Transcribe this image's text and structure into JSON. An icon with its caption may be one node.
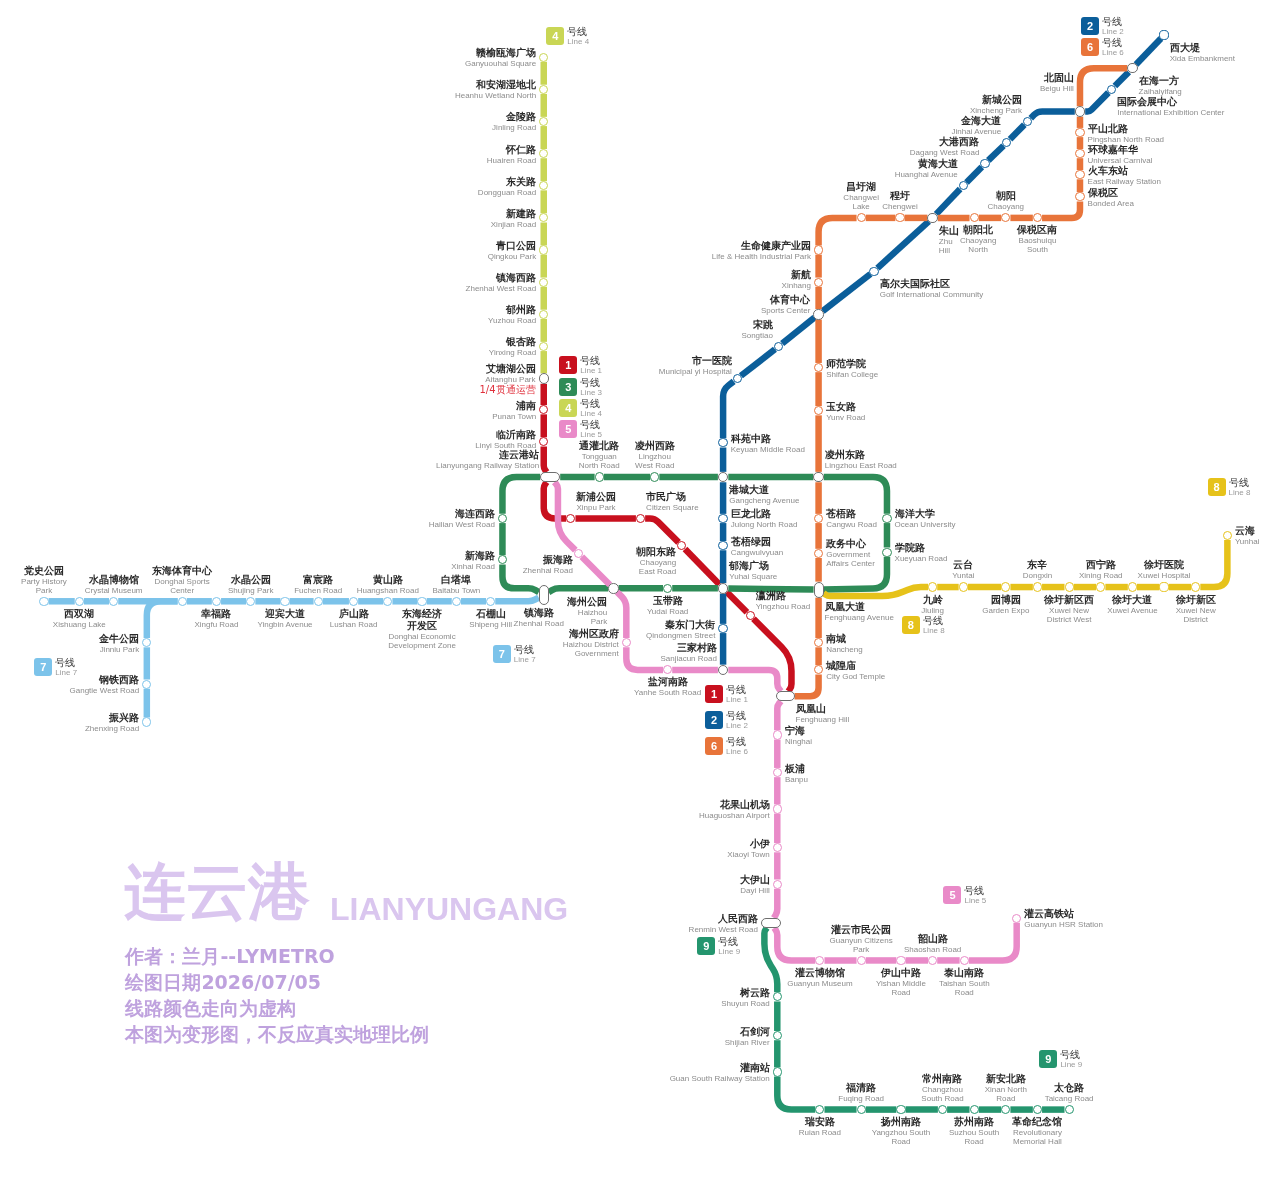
{
  "diagram": {
    "title": "连云港",
    "nodes": [
      {
        "text": [],
        "shape": "circle",
        "beside": [
          "赣榆瓯海广场",
          "Ganyuouhai Square"
        ]
      },
      {
        "text": [],
        "shape": "circle",
        "beside": [
          "和安湖湿地北",
          "Heanhu Wetland North"
        ]
      },
      {
        "text": [],
        "shape": "circle",
        "beside": [
          "金陵路",
          "Jinling Road"
        ]
      },
      {
        "text": [],
        "shape": "circle",
        "beside": [
          "怀仁路",
          "Huairen Road"
        ]
      },
      {
        "text": [],
        "shape": "circle",
        "beside": [
          "东关路",
          "Dongguan Road"
        ]
      },
      {
        "text": [],
        "shape": "circle",
        "beside": [
          "新建路",
          "Xinjian Road"
        ]
      },
      {
        "text": [],
        "shape": "circle",
        "beside": [
          "青口公园",
          "Qingkou Park"
        ]
      },
      {
        "text": [],
        "shape": "circle",
        "beside": [
          "镇海西路",
          "Zhenhai West Road"
        ]
      },
      {
        "text": [],
        "shape": "circle",
        "beside": [
          "郁州路",
          "Yuzhou Road"
        ]
      },
      {
        "text": [],
        "shape": "circle",
        "beside": [
          "银杏路",
          "Yinxing Road"
        ]
      },
      {
        "text": [],
        "shape": "circle",
        "beside": [
          "艾塘湖公园",
          "Aitanghu Park",
          "1/4贯通运营"
        ]
      },
      {
        "text": [],
        "shape": "circle",
        "beside": [
          "浦南",
          "Punan Town"
        ]
      },
      {
        "text": [],
        "shape": "circle",
        "beside": [
          "临沂南路",
          "Linyi South Road"
        ]
      },
      {
        "text": [],
        "shape": "capsule",
        "beside": [
          "连云港站",
          "Lianyungang Railway Station"
        ]
      },
      {
        "text": [],
        "shape": "circle",
        "beside": [
          "新浦公园",
          "Xinpu Park"
        ]
      },
      {
        "text": [],
        "shape": "circle",
        "beside": [
          "市民广场",
          "Citizen Square"
        ]
      },
      {
        "text": [],
        "shape": "circle",
        "beside": [
          "朝阳东路",
          "Chaoyang East Road"
        ]
      },
      {
        "text": [],
        "shape": "circle",
        "beside": [
          "郁海广场",
          "Yuhai Square"
        ]
      },
      {
        "text": [],
        "shape": "circle",
        "beside": [
          "瀛洲路",
          "Yingzhou Road"
        ]
      },
      {
        "text": [],
        "shape": "capsule",
        "beside": [
          "凤凰山",
          "Fenghuang Hill"
        ]
      },
      {
        "text": [],
        "shape": "circle",
        "beside": [
          "通灌北路",
          "Tongguan North Road"
        ]
      },
      {
        "text": [],
        "shape": "circle",
        "beside": [
          "凌州西路",
          "Lingzhou West Road"
        ]
      },
      {
        "text": [],
        "shape": "circle",
        "beside": [
          "港城大道",
          "Gangcheng Avenue"
        ]
      },
      {
        "text": [],
        "shape": "circle",
        "beside": [
          "凌州东路",
          "Lingzhou East Road"
        ]
      },
      {
        "text": [],
        "shape": "circle",
        "beside": [
          "海洋大学",
          "Ocean University"
        ]
      },
      {
        "text": [],
        "shape": "circle",
        "beside": [
          "学院路",
          "Xueyuan Road"
        ]
      },
      {
        "text": [],
        "shape": "capsule",
        "beside": [
          "凤凰大道",
          "Fenghuang Avenue"
        ]
      },
      {
        "text": [],
        "shape": "circle",
        "beside": [
          "玉带路",
          "Yudai Road"
        ]
      },
      {
        "text": [],
        "shape": "circle",
        "beside": [
          "海州公园",
          "Haizhou Park"
        ]
      },
      {
        "text": [],
        "shape": "capsule",
        "beside": [
          "镇海路",
          "Zhenhai Road"
        ]
      },
      {
        "text": [],
        "shape": "circle",
        "beside": [
          "新海路",
          "Xinhai Road"
        ]
      },
      {
        "text": [],
        "shape": "circle",
        "beside": [
          "海连西路",
          "Hailian West Road"
        ]
      },
      {
        "text": [],
        "shape": "circle",
        "beside": [
          "振海路",
          "Zhenhai Road"
        ]
      },
      {
        "text": [],
        "shape": "circle",
        "beside": [
          "海州区政府",
          "Haizhou District Government"
        ]
      },
      {
        "text": [],
        "shape": "circle",
        "beside": [
          "盐河南路",
          "Yanhe South Road"
        ]
      },
      {
        "text": [],
        "shape": "circle",
        "beside": [
          "三家村路",
          "Sanjiacun Road"
        ]
      },
      {
        "text": [],
        "shape": "circle",
        "beside": [
          "宁海",
          "Ninghai"
        ]
      },
      {
        "text": [],
        "shape": "circle",
        "beside": [
          "板浦",
          "Banpu"
        ]
      },
      {
        "text": [],
        "shape": "circle",
        "beside": [
          "花果山机场",
          "Huaguoshan Airport"
        ]
      },
      {
        "text": [],
        "shape": "circle",
        "beside": [
          "小伊",
          "Xiaoyi Town"
        ]
      },
      {
        "text": [],
        "shape": "circle",
        "beside": [
          "大伊山",
          "Dayi Hill"
        ]
      },
      {
        "text": [],
        "shape": "capsule",
        "beside": [
          "人民西路",
          "Renmin West Road"
        ]
      },
      {
        "text": [],
        "shape": "circle",
        "beside": [
          "灌云博物馆",
          "Guanyun Museum"
        ]
      },
      {
        "text": [],
        "shape": "circle",
        "beside": [
          "灌云市民公园",
          "Guanyun Citizens Park"
        ]
      },
      {
        "text": [],
        "shape": "circle",
        "beside": [
          "伊山中路",
          "Yishan Middle Road"
        ]
      },
      {
        "text": [],
        "shape": "circle",
        "beside": [
          "韶山路",
          "Shaoshan Road"
        ]
      },
      {
        "text": [],
        "shape": "circle",
        "beside": [
          "泰山南路",
          "Taishan South Road"
        ]
      },
      {
        "text": [],
        "shape": "circle",
        "beside": [
          "灌云高铁站",
          "Guanyun HSR Station"
        ]
      },
      {
        "text": [],
        "shape": "circle",
        "beside": [
          "秦东门大街",
          "Qindongmen Street"
        ]
      },
      {
        "text": [],
        "shape": "circle",
        "beside": [
          "苍梧绿园",
          "Cangwulvyuan"
        ]
      },
      {
        "text": [],
        "shape": "circle",
        "beside": [
          "巨龙北路",
          "Julong North Road"
        ]
      },
      {
        "text": [],
        "shape": "circle",
        "beside": [
          "科苑中路",
          "Keyuan Middle Road"
        ]
      },
      {
        "text": [],
        "shape": "circle",
        "beside": [
          "市一医院",
          "Municipal yi Hospital"
        ]
      },
      {
        "text": [],
        "shape": "circle",
        "beside": [
          "宋跳",
          "Songtiao"
        ]
      },
      {
        "text": [],
        "shape": "circle",
        "beside": [
          "体育中心",
          "Sports Center"
        ]
      },
      {
        "text": [],
        "shape": "circle",
        "beside": [
          "高尔夫国际社区",
          "Golf International Community"
        ]
      },
      {
        "text": [],
        "shape": "circle",
        "beside": [
          "朱山",
          "Zhu Hill"
        ]
      },
      {
        "text": [],
        "shape": "circle",
        "beside": [
          "黄海大道",
          "Huanghai Avenue"
        ]
      },
      {
        "text": [],
        "shape": "circle",
        "beside": [
          "大港西路",
          "Dagang West Road"
        ]
      },
      {
        "text": [],
        "shape": "circle",
        "beside": [
          "金海大道",
          "Jinhai Avenue"
        ]
      },
      {
        "text": [],
        "shape": "circle",
        "beside": [
          "新城公园",
          "Xincheng Park"
        ]
      },
      {
        "text": [],
        "shape": "circle",
        "beside": [
          "北固山",
          "Beigu Hill"
        ]
      },
      {
        "text": [],
        "shape": "circle",
        "beside": [
          "国际会展中心",
          "International Exhibition Center"
        ]
      },
      {
        "text": [],
        "shape": "circle",
        "beside": [
          "在海一方",
          "Zaihaiyifang"
        ]
      },
      {
        "text": [],
        "shape": "circle",
        "beside": [
          "西大堤",
          "Xida Embankment"
        ]
      },
      {
        "text": [],
        "shape": "circle",
        "beside": [
          "城隍庙",
          "City God Temple"
        ]
      },
      {
        "text": [],
        "shape": "circle",
        "beside": [
          "南城",
          "Nancheng"
        ]
      },
      {
        "text": [],
        "shape": "circle",
        "beside": [
          "政务中心",
          "Government Affairs Center"
        ]
      },
      {
        "text": [],
        "shape": "circle",
        "beside": [
          "苍梧路",
          "Cangwu Road"
        ]
      },
      {
        "text": [],
        "shape": "circle",
        "beside": [
          "玉女路",
          "Yunv Road"
        ]
      },
      {
        "text": [],
        "shape": "circle",
        "beside": [
          "师范学院",
          "Shifan College"
        ]
      },
      {
        "text": [],
        "shape": "circle",
        "beside": [
          "新航",
          "Xinhang"
        ]
      },
      {
        "text": [],
        "shape": "circle",
        "beside": [
          "生命健康产业园",
          "Life & Health Industrial Park"
        ]
      },
      {
        "text": [],
        "shape": "circle",
        "beside": [
          "昌圩湖",
          "Changwei Lake"
        ]
      },
      {
        "text": [],
        "shape": "circle",
        "beside": [
          "程圩",
          "Chengwei"
        ]
      },
      {
        "text": [],
        "shape": "circle",
        "beside": [
          "朝阳北",
          "Chaoyang North"
        ]
      },
      {
        "text": [],
        "shape": "circle",
        "beside": [
          "朝阳",
          "Chaoyang"
        ]
      },
      {
        "text": [],
        "shape": "circle",
        "beside": [
          "保税区南",
          "Baoshuiqu South"
        ]
      },
      {
        "text": [],
        "shape": "circle",
        "beside": [
          "保税区",
          "Bonded Area"
        ]
      },
      {
        "text": [],
        "shape": "circle",
        "beside": [
          "火车东站",
          "East Railway Station"
        ]
      },
      {
        "text": [],
        "shape": "circle",
        "beside": [
          "环球嘉年华",
          "Universal Carnival"
        ]
      },
      {
        "text": [],
        "shape": "circle",
        "beside": [
          "平山北路",
          "Pingshan North Road"
        ]
      },
      {
        "text": [],
        "shape": "circle",
        "beside": [
          "党史公园",
          "Party History Park"
        ]
      },
      {
        "text": [],
        "shape": "circle",
        "beside": [
          "西双湖",
          "Xishuang Lake"
        ]
      },
      {
        "text": [],
        "shape": "circle",
        "beside": [
          "水晶博物馆",
          "Crystal Museum"
        ]
      },
      {
        "text": [],
        "shape": "circle",
        "beside": [
          "东海体育中心",
          "Donghai Sports Center"
        ]
      },
      {
        "text": [],
        "shape": "circle",
        "beside": [
          "幸福路",
          "Xingfu Road"
        ]
      },
      {
        "text": [],
        "shape": "circle",
        "beside": [
          "水晶公园",
          "Shujing Park"
        ]
      },
      {
        "text": [],
        "shape": "circle",
        "beside": [
          "迎宾大道",
          "Yingbin Avenue"
        ]
      },
      {
        "text": [],
        "shape": "circle",
        "beside": [
          "富宸路",
          "Fuchen Road"
        ]
      },
      {
        "text": [],
        "shape": "circle",
        "beside": [
          "庐山路",
          "Lushan Road"
        ]
      },
      {
        "text": [],
        "shape": "circle",
        "beside": [
          "黄山路",
          "Huangshan Road"
        ]
      },
      {
        "text": [],
        "shape": "circle",
        "beside": [
          "东海经济开发区",
          "Donghai Economic Development Zone"
        ]
      },
      {
        "text": [],
        "shape": "circle",
        "beside": [
          "白塔埠",
          "Baitabu Town"
        ]
      },
      {
        "text": [],
        "shape": "circle",
        "beside": [
          "石棚山",
          "Shipeng Hill"
        ]
      },
      {
        "text": [],
        "shape": "circle",
        "beside": [
          "金牛公园",
          "Jinniu Park"
        ]
      },
      {
        "text": [],
        "shape": "circle",
        "beside": [
          "钢铁西路",
          "Gangtie West Road"
        ]
      },
      {
        "text": [],
        "shape": "circle",
        "beside": [
          "振兴路",
          "Zhenxing Road"
        ]
      },
      {
        "text": [],
        "shape": "circle",
        "beside": [
          "九岭",
          "Jiuling"
        ]
      },
      {
        "text": [],
        "shape": "circle",
        "beside": [
          "云台",
          "Yuntai"
        ]
      },
      {
        "text": [],
        "shape": "circle",
        "beside": [
          "园博园",
          "Garden Expo"
        ]
      },
      {
        "text": [],
        "shape": "circle",
        "beside": [
          "东辛",
          "Dongxin"
        ]
      },
      {
        "text": [],
        "shape": "circle",
        "beside": [
          "徐圩新区西",
          "Xuwei New District West"
        ]
      },
      {
        "text": [],
        "shape": "circle",
        "beside": [
          "西宁路",
          "Xining Road"
        ]
      },
      {
        "text": [],
        "shape": "circle",
        "beside": [
          "徐圩大道",
          "Xuwei Avenue"
        ]
      },
      {
        "text": [],
        "shape": "circle",
        "beside": [
          "徐圩医院",
          "Xuwei Hospital"
        ]
      },
      {
        "text": [],
        "shape": "circle",
        "beside": [
          "徐圩新区",
          "Xuwei New District"
        ]
      },
      {
        "text": [],
        "shape": "circle",
        "beside": [
          "云海",
          "Yunhai"
        ]
      },
      {
        "text": [],
        "shape": "circle",
        "beside": [
          "树云路",
          "Shuyun Road"
        ]
      },
      {
        "text": [],
        "shape": "circle",
        "beside": [
          "石剑河",
          "Shijian River"
        ]
      },
      {
        "text": [],
        "shape": "circle",
        "beside": [
          "灌南站",
          "Guan South Railway Station"
        ]
      },
      {
        "text": [],
        "shape": "circle",
        "beside": [
          "瑞安路",
          "Ruian Road"
        ]
      },
      {
        "text": [],
        "shape": "circle",
        "beside": [
          "福清路",
          "Fuqing Road"
        ]
      },
      {
        "text": [],
        "shape": "circle",
        "beside": [
          "扬州南路",
          "Yangzhou South Road"
        ]
      },
      {
        "text": [],
        "shape": "circle",
        "beside": [
          "常州南路",
          "Changzhou South Road"
        ]
      },
      {
        "text": [],
        "shape": "circle",
        "beside": [
          "苏州南路",
          "Suzhou South Road"
        ]
      },
      {
        "text": [],
        "shape": "circle",
        "beside": [
          "新安北路",
          "Xinan North Road"
        ]
      },
      {
        "text": [],
        "shape": "circle",
        "beside": [
          "革命纪念馆",
          "Revolutionary Memorial Hall"
        ]
      },
      {
        "text": [],
        "shape": "circle",
        "beside": [
          "太仓路",
          "Taicang Road"
        ]
      },
      {
        "text": [
          "4"
        ],
        "beside": [
          "号线",
          "Line 4"
        ]
      },
      {
        "text": [
          "2"
        ],
        "beside": [
          "号线",
          "Line 2"
        ]
      },
      {
        "text": [
          "6"
        ],
        "beside": [
          "号线",
          "Line 6"
        ]
      },
      {
        "text": [
          "1"
        ],
        "beside": [
          "号线",
          "Line 1"
        ]
      },
      {
        "text": [
          "3"
        ],
        "beside": [
          "号线",
          "Line 3"
        ]
      },
      {
        "text": [
          "4"
        ],
        "beside": [
          "号线",
          "Line 4"
        ]
      },
      {
        "text": [
          "5"
        ],
        "beside": [
          "号线",
          "Line 5"
        ]
      },
      {
        "text": [
          "8"
        ],
        "beside": [
          "号线",
          "Line 8"
        ]
      },
      {
        "text": [
          "7"
        ],
        "beside": [
          "号线",
          "Line 7"
        ]
      },
      {
        "text": [
          "7"
        ],
        "beside": [
          "号线",
          "Line 7"
        ]
      },
      {
        "text": [
          "8"
        ],
        "beside": [
          "号线",
          "Line 8"
        ]
      },
      {
        "text": [
          "1"
        ],
        "beside": [
          "号线",
          "Line 1"
        ]
      },
      {
        "text": [
          "2"
        ],
        "beside": [
          "号线",
          "Line 2"
        ]
      },
      {
        "text": [
          "6"
        ],
        "beside": [
          "号线",
          "Line 6"
        ]
      },
      {
        "text": [
          "5"
        ],
        "beside": [
          "号线",
          "Line 5"
        ]
      },
      {
        "text": [
          "9"
        ],
        "beside": [
          "号线",
          "Line 9"
        ]
      },
      {
        "text": [
          "9"
        ],
        "beside": [
          "号线",
          "Line 9"
        ]
      }
    ],
    "edges": [
      {
        "from": 0,
        "to": 1,
        "arrow": "none",
        "color": "#c9d655"
      },
      {
        "from": 1,
        "to": 2,
        "arrow": "none",
        "color": "#c9d655"
      },
      {
        "from": 2,
        "to": 3,
        "arrow": "none",
        "color": "#c9d655"
      },
      {
        "from": 3,
        "to": 4,
        "arrow": "none",
        "color": "#c9d655"
      },
      {
        "from": 4,
        "to": 5,
        "arrow": "none",
        "color": "#c9d655"
      },
      {
        "from": 5,
        "to": 6,
        "arrow": "none",
        "color": "#c9d655"
      },
      {
        "from": 6,
        "to": 7,
        "arrow": "none",
        "color": "#c9d655"
      },
      {
        "from": 7,
        "to": 8,
        "arrow": "none",
        "color": "#c9d655"
      },
      {
        "from": 8,
        "to": 9,
        "arrow": "none",
        "color": "#c9d655"
      },
      {
        "from": 9,
        "to": 10,
        "arrow": "none",
        "color": "#c9d655"
      },
      {
        "from": 10,
        "to": 11,
        "arrow": "none",
        "color": "#c8101e"
      },
      {
        "from": 11,
        "to": 12,
        "arrow": "none",
        "color": "#c8101e"
      },
      {
        "from": 12,
        "to": 13,
        "arrow": "none",
        "color": "#c8101e"
      },
      {
        "from": 13,
        "to": 14,
        "arrow": "none",
        "color": "#c8101e"
      },
      {
        "from": 14,
        "to": 15,
        "arrow": "none",
        "color": "#c8101e"
      },
      {
        "from": 15,
        "to": 16,
        "arrow": "none",
        "color": "#c8101e"
      },
      {
        "from": 16,
        "to": 17,
        "arrow": "none",
        "color": "#c8101e"
      },
      {
        "from": 17,
        "to": 18,
        "arrow": "none",
        "color": "#c8101e"
      },
      {
        "from": 18,
        "to": 19,
        "arrow": "none",
        "color": "#c8101e"
      },
      {
        "from": 13,
        "to": 20,
        "arrow": "none",
        "color": "#2e8b57"
      },
      {
        "from": 20,
        "to": 21,
        "arrow": "none",
        "color": "#2e8b57"
      },
      {
        "from": 21,
        "to": 22,
        "arrow": "none",
        "color": "#2e8b57"
      },
      {
        "from": 22,
        "to": 23,
        "arrow": "none",
        "color": "#2e8b57"
      },
      {
        "from": 23,
        "to": 24,
        "arrow": "none",
        "color": "#2e8b57"
      },
      {
        "from": 24,
        "to": 25,
        "arrow": "none",
        "color": "#2e8b57"
      },
      {
        "from": 25,
        "to": 26,
        "arrow": "none",
        "color": "#2e8b57"
      },
      {
        "from": 26,
        "to": 17,
        "arrow": "none",
        "color": "#2e8b57"
      },
      {
        "from": 17,
        "to": 27,
        "arrow": "none",
        "color": "#2e8b57"
      },
      {
        "from": 27,
        "to": 28,
        "arrow": "none",
        "color": "#2e8b57"
      },
      {
        "from": 28,
        "to": 29,
        "arrow": "none",
        "color": "#2e8b57"
      },
      {
        "from": 29,
        "to": 30,
        "arrow": "none",
        "color": "#2e8b57"
      },
      {
        "from": 30,
        "to": 31,
        "arrow": "none",
        "color": "#2e8b57"
      },
      {
        "from": 31,
        "to": 13,
        "arrow": "none",
        "color": "#2e8b57"
      },
      {
        "from": 13,
        "to": 32,
        "arrow": "none",
        "color": "#e98ac8"
      },
      {
        "from": 32,
        "to": 28,
        "arrow": "none",
        "color": "#e98ac8"
      },
      {
        "from": 28,
        "to": 33,
        "arrow": "none",
        "color": "#e98ac8"
      },
      {
        "from": 33,
        "to": 34,
        "arrow": "none",
        "color": "#e98ac8"
      },
      {
        "from": 34,
        "to": 35,
        "arrow": "none",
        "color": "#e98ac8"
      },
      {
        "from": 35,
        "to": 19,
        "arrow": "none",
        "color": "#e98ac8"
      },
      {
        "from": 19,
        "to": 36,
        "arrow": "none",
        "color": "#e98ac8"
      },
      {
        "from": 36,
        "to": 37,
        "arrow": "none",
        "color": "#e98ac8"
      },
      {
        "from": 37,
        "to": 38,
        "arrow": "none",
        "color": "#e98ac8"
      },
      {
        "from": 38,
        "to": 39,
        "arrow": "none",
        "color": "#e98ac8"
      },
      {
        "from": 39,
        "to": 40,
        "arrow": "none",
        "color": "#e98ac8"
      },
      {
        "from": 40,
        "to": 41,
        "arrow": "none",
        "color": "#e98ac8"
      },
      {
        "from": 41,
        "to": 42,
        "arrow": "none",
        "color": "#e98ac8"
      },
      {
        "from": 42,
        "to": 43,
        "arrow": "none",
        "color": "#e98ac8"
      },
      {
        "from": 43,
        "to": 44,
        "arrow": "none",
        "color": "#e98ac8"
      },
      {
        "from": 44,
        "to": 45,
        "arrow": "none",
        "color": "#e98ac8"
      },
      {
        "from": 45,
        "to": 46,
        "arrow": "none",
        "color": "#e98ac8"
      },
      {
        "from": 46,
        "to": 47,
        "arrow": "none",
        "color": "#e98ac8"
      },
      {
        "from": 35,
        "to": 48,
        "arrow": "none",
        "color": "#0b5e9a"
      },
      {
        "from": 48,
        "to": 17,
        "arrow": "none",
        "color": "#0b5e9a"
      },
      {
        "from": 17,
        "to": 49,
        "arrow": "none",
        "color": "#0b5e9a"
      },
      {
        "from": 49,
        "to": 50,
        "arrow": "none",
        "color": "#0b5e9a"
      },
      {
        "from": 50,
        "to": 22,
        "arrow": "none",
        "color": "#0b5e9a"
      },
      {
        "from": 22,
        "to": 51,
        "arrow": "none",
        "color": "#0b5e9a"
      },
      {
        "from": 51,
        "to": 52,
        "arrow": "none",
        "color": "#0b5e9a"
      },
      {
        "from": 52,
        "to": 53,
        "arrow": "none",
        "color": "#0b5e9a"
      },
      {
        "from": 53,
        "to": 54,
        "arrow": "none",
        "color": "#0b5e9a"
      },
      {
        "from": 54,
        "to": 55,
        "arrow": "none",
        "color": "#0b5e9a"
      },
      {
        "from": 55,
        "to": 56,
        "arrow": "none",
        "color": "#0b5e9a"
      },
      {
        "from": 56,
        "to": 57,
        "arrow": "none",
        "color": "#0b5e9a"
      },
      {
        "from": 57,
        "to": 58,
        "arrow": "none",
        "color": "#0b5e9a"
      },
      {
        "from": 58,
        "to": 59,
        "arrow": "none",
        "color": "#0b5e9a"
      },
      {
        "from": 59,
        "to": 60,
        "arrow": "none",
        "color": "#0b5e9a"
      },
      {
        "from": 60,
        "to": 61,
        "arrow": "none",
        "color": "#0b5e9a"
      },
      {
        "from": 61,
        "to": 62,
        "arrow": "none",
        "color": "#0b5e9a"
      },
      {
        "from": 62,
        "to": 63,
        "arrow": "none",
        "color": "#0b5e9a"
      },
      {
        "from": 63,
        "to": 64,
        "arrow": "none",
        "color": "#0b5e9a"
      },
      {
        "from": 19,
        "to": 65,
        "arrow": "none",
        "color": "#e8743a"
      },
      {
        "from": 65,
        "to": 66,
        "arrow": "none",
        "color": "#e8743a"
      },
      {
        "from": 66,
        "to": 26,
        "arrow": "none",
        "color": "#e8743a"
      },
      {
        "from": 26,
        "to": 67,
        "arrow": "none",
        "color": "#e8743a"
      },
      {
        "from": 67,
        "to": 68,
        "arrow": "none",
        "color": "#e8743a"
      },
      {
        "from": 68,
        "to": 23,
        "arrow": "none",
        "color": "#e8743a"
      },
      {
        "from": 23,
        "to": 69,
        "arrow": "none",
        "color": "#e8743a"
      },
      {
        "from": 69,
        "to": 70,
        "arrow": "none",
        "color": "#e8743a"
      },
      {
        "from": 70,
        "to": 54,
        "arrow": "none",
        "color": "#e8743a"
      },
      {
        "from": 54,
        "to": 71,
        "arrow": "none",
        "color": "#e8743a"
      },
      {
        "from": 71,
        "to": 72,
        "arrow": "none",
        "color": "#e8743a"
      },
      {
        "from": 72,
        "to": 73,
        "arrow": "none",
        "color": "#e8743a"
      },
      {
        "from": 73,
        "to": 74,
        "arrow": "none",
        "color": "#e8743a"
      },
      {
        "from": 74,
        "to": 56,
        "arrow": "none",
        "color": "#e8743a"
      },
      {
        "from": 56,
        "to": 75,
        "arrow": "none",
        "color": "#e8743a"
      },
      {
        "from": 75,
        "to": 76,
        "arrow": "none",
        "color": "#e8743a"
      },
      {
        "from": 76,
        "to": 77,
        "arrow": "none",
        "color": "#e8743a"
      },
      {
        "from": 77,
        "to": 78,
        "arrow": "none",
        "color": "#e8743a"
      },
      {
        "from": 78,
        "to": 79,
        "arrow": "none",
        "color": "#e8743a"
      },
      {
        "from": 79,
        "to": 80,
        "arrow": "none",
        "color": "#e8743a"
      },
      {
        "from": 80,
        "to": 81,
        "arrow": "none",
        "color": "#e8743a"
      },
      {
        "from": 81,
        "to": 61,
        "arrow": "none",
        "color": "#e8743a"
      },
      {
        "from": 61,
        "to": 63,
        "arrow": "none",
        "color": "#e8743a"
      },
      {
        "from": 82,
        "to": 83,
        "arrow": "none",
        "color": "#7cc3ea"
      },
      {
        "from": 83,
        "to": 84,
        "arrow": "none",
        "color": "#7cc3ea"
      },
      {
        "from": 84,
        "to": 85,
        "arrow": "none",
        "color": "#7cc3ea"
      },
      {
        "from": 85,
        "to": 86,
        "arrow": "none",
        "color": "#7cc3ea"
      },
      {
        "from": 86,
        "to": 87,
        "arrow": "none",
        "color": "#7cc3ea"
      },
      {
        "from": 87,
        "to": 88,
        "arrow": "none",
        "color": "#7cc3ea"
      },
      {
        "from": 88,
        "to": 89,
        "arrow": "none",
        "color": "#7cc3ea"
      },
      {
        "from": 89,
        "to": 90,
        "arrow": "none",
        "color": "#7cc3ea"
      },
      {
        "from": 90,
        "to": 91,
        "arrow": "none",
        "color": "#7cc3ea"
      },
      {
        "from": 91,
        "to": 92,
        "arrow": "none",
        "color": "#7cc3ea"
      },
      {
        "from": 92,
        "to": 93,
        "arrow": "none",
        "color": "#7cc3ea"
      },
      {
        "from": 93,
        "to": 94,
        "arrow": "none",
        "color": "#7cc3ea"
      },
      {
        "from": 94,
        "to": 29,
        "arrow": "none",
        "color": "#7cc3ea"
      },
      {
        "from": 85,
        "to": 95,
        "arrow": "none",
        "color": "#7cc3ea"
      },
      {
        "from": 95,
        "to": 96,
        "arrow": "none",
        "color": "#7cc3ea"
      },
      {
        "from": 96,
        "to": 97,
        "arrow": "none",
        "color": "#7cc3ea"
      },
      {
        "from": 26,
        "to": 98,
        "arrow": "none",
        "color": "#e6c21a"
      },
      {
        "from": 98,
        "to": 99,
        "arrow": "none",
        "color": "#e6c21a"
      },
      {
        "from": 99,
        "to": 100,
        "arrow": "none",
        "color": "#e6c21a"
      },
      {
        "from": 100,
        "to": 101,
        "arrow": "none",
        "color": "#e6c21a"
      },
      {
        "from": 101,
        "to": 102,
        "arrow": "none",
        "color": "#e6c21a"
      },
      {
        "from": 102,
        "to": 103,
        "arrow": "none",
        "color": "#e6c21a"
      },
      {
        "from": 103,
        "to": 104,
        "arrow": "none",
        "color": "#e6c21a"
      },
      {
        "from": 104,
        "to": 105,
        "arrow": "none",
        "color": "#e6c21a"
      },
      {
        "from": 105,
        "to": 106,
        "arrow": "none",
        "color": "#e6c21a"
      },
      {
        "from": 106,
        "to": 107,
        "arrow": "none",
        "color": "#e6c21a"
      },
      {
        "from": 41,
        "to": 108,
        "arrow": "none",
        "color": "#24956e"
      },
      {
        "from": 108,
        "to": 109,
        "arrow": "none",
        "color": "#24956e"
      },
      {
        "from": 109,
        "to": 110,
        "arrow": "none",
        "color": "#24956e"
      },
      {
        "from": 110,
        "to": 111,
        "arrow": "none",
        "color": "#24956e"
      },
      {
        "from": 111,
        "to": 112,
        "arrow": "none",
        "color": "#24956e"
      },
      {
        "from": 112,
        "to": 113,
        "arrow": "none",
        "color": "#24956e"
      },
      {
        "from": 113,
        "to": 114,
        "arrow": "none",
        "color": "#24956e"
      },
      {
        "from": 114,
        "to": 115,
        "arrow": "none",
        "color": "#24956e"
      },
      {
        "from": 115,
        "to": 116,
        "arrow": "none",
        "color": "#24956e"
      },
      {
        "from": 116,
        "to": 117,
        "arrow": "none",
        "color": "#24956e"
      },
      {
        "from": 117,
        "to": 118,
        "arrow": "none",
        "color": "#24956e"
      }
    ],
    "labels": [
      "LIANYUNGANG",
      "作者：兰月--LYMETRO",
      "绘图日期2026/07/05",
      "线路颜色走向为虚构",
      "本图为变形图，不反应真实地理比例"
    ]
  }
}
